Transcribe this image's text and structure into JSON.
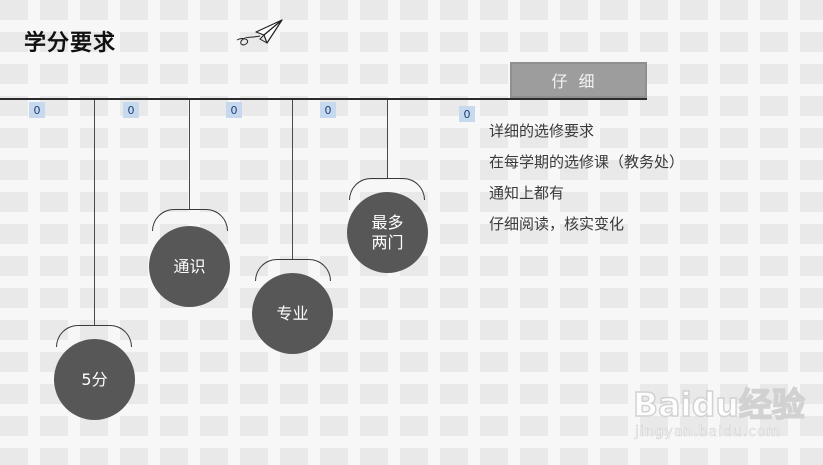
{
  "title": "学分要求",
  "detail_button": "仔细",
  "tags": [
    "0",
    "0",
    "0",
    "0",
    "0"
  ],
  "circles": [
    "5分",
    "通识",
    "专业",
    "最多\n两门"
  ],
  "notes": [
    "详细的选修要求",
    "在每学期的选修课（教务处）",
    "通知上都有",
    "仔细阅读，核实变化"
  ],
  "watermark": {
    "main": "Baidu经验",
    "url": "jingyan.baidu.com"
  },
  "icons": {
    "plane": "paper-plane-icon"
  },
  "colors": {
    "circle": "#575757",
    "tag_bg": "#c7d9ef",
    "line": "#2b2b2b"
  }
}
